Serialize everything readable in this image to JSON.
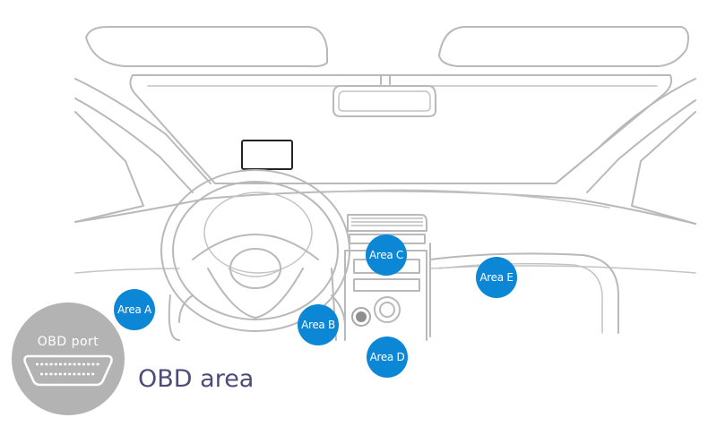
{
  "markers": [
    {
      "id": "area-a",
      "label": "Area A"
    },
    {
      "id": "area-b",
      "label": "Area B"
    },
    {
      "id": "area-c",
      "label": "Area C"
    },
    {
      "id": "area-d",
      "label": "Area D"
    },
    {
      "id": "area-e",
      "label": "Area E"
    }
  ],
  "obd_port": {
    "label": "OBD port"
  },
  "caption": "OBD area",
  "colors": {
    "marker_fill": "#0c87d6",
    "outline": "#b9b9b9",
    "port_badge": "#b3b3b3",
    "caption_text": "#4b4d78"
  }
}
